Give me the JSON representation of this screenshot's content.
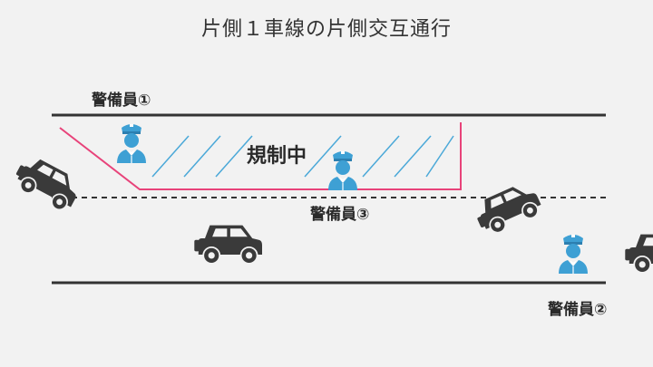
{
  "title": "片側１車線の片側交互通行",
  "zone_label": "規制中",
  "guards": [
    {
      "label": "警備員①"
    },
    {
      "label": "警備員②"
    },
    {
      "label": "警備員③"
    }
  ],
  "colors": {
    "background": "#f2f2f2",
    "road_line": "#333333",
    "zone_border": "#e8437a",
    "hatch": "#4aa8d8",
    "guard": "#3ea0d4",
    "car": "#3a3a3a"
  },
  "icons": {
    "guard": "security-guard-icon",
    "car": "suv-car-icon"
  }
}
